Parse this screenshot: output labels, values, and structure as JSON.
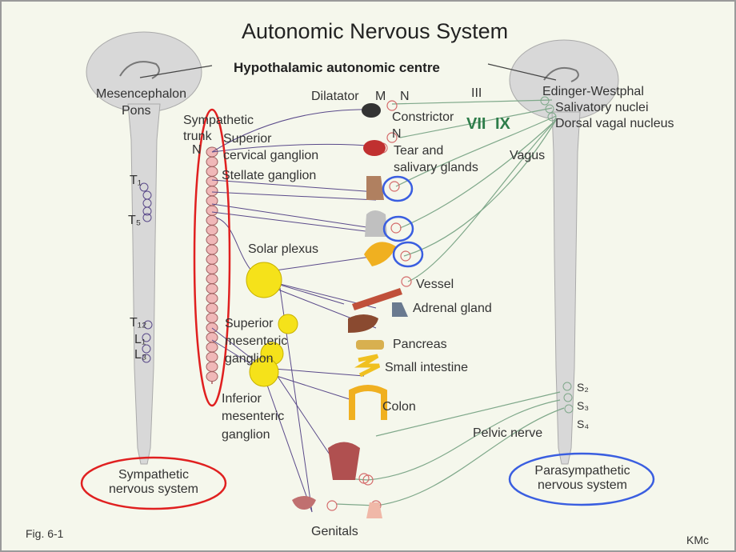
{
  "title": "Autonomic Nervous System",
  "subtitle": "Hypothalamic autonomic centre",
  "left": {
    "mesencephalon": "Mesencephalon",
    "pons": "Pons",
    "sympathetic_trunk_1": "Sympathetic",
    "sympathetic_trunk_2": "trunk",
    "n_left": "N",
    "t1": "T₁",
    "t5": "T₅",
    "t12": "T₁₂",
    "l1": "L₁",
    "l3": "L₃",
    "system_1": "Sympathetic",
    "system_2": "nervous system"
  },
  "ganglia": {
    "superior_cervical_1": "Superior",
    "superior_cervical_2": "cervical ganglion",
    "stellate": "Stellate ganglion",
    "solar_plexus": "Solar plexus",
    "sup_mes_1": "Superior",
    "sup_mes_2": "mesenteric",
    "sup_mes_3": "ganglion",
    "inf_mes_1": "Inferior",
    "inf_mes_2": "mesenteric",
    "inf_mes_3": "ganglion"
  },
  "organs": {
    "dilatator": "Dilatator",
    "m": "M",
    "n_top": "N",
    "constrictor": "Constrictor",
    "n_mid": "N",
    "tear_1": "Tear and",
    "tear_2": "salivary glands",
    "vessel": "Vessel",
    "adrenal": "Adrenal gland",
    "pancreas": "Pancreas",
    "small_intestine": "Small intestine",
    "colon": "Colon",
    "genitals": "Genitals"
  },
  "right": {
    "iii": "III",
    "vii": "VII",
    "ix": "IX",
    "edinger": "Edinger-Westphal",
    "salivatory": "Salivatory nuclei",
    "dorsal_vagal": "Dorsal vagal nucleus",
    "vagus": "Vagus",
    "s2": "S₂",
    "s3": "S₃",
    "s4": "S₄",
    "pelvic_nerve": "Pelvic nerve",
    "system_1": "Parasympathetic",
    "system_2": "nervous system"
  },
  "footer": {
    "fig": "Fig. 6-1",
    "author": "KMc"
  },
  "colors": {
    "background": "#f5f7ec",
    "sympathetic_nerve": "#5a4a8a",
    "parasympathetic_nerve": "#7fa88a",
    "highlight_red": "#e02020",
    "highlight_blue": "#3a5ee0",
    "ganglion_yellow": "#f5e21a",
    "chain_pink": "#f0b8b8"
  }
}
